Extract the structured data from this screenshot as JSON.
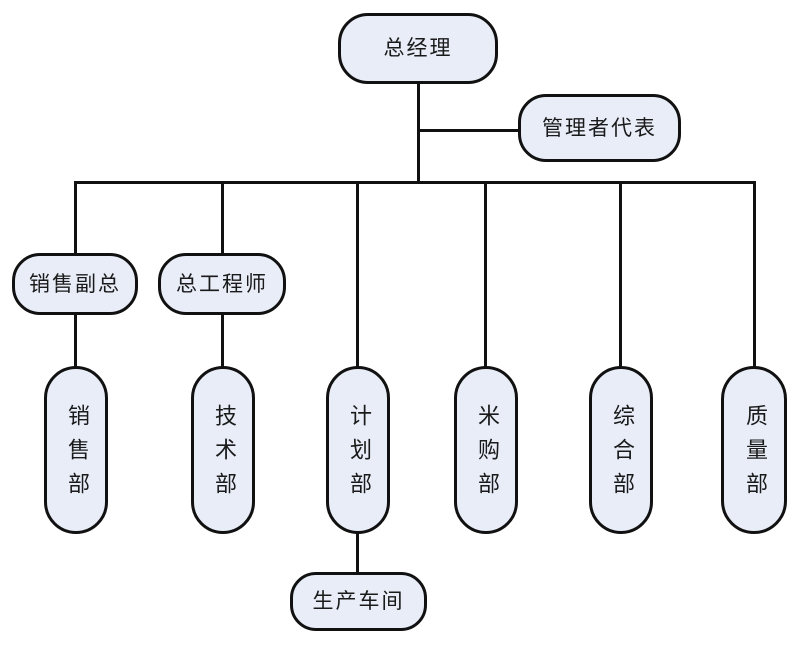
{
  "diagram": {
    "type": "org-chart",
    "nodes": {
      "general_manager": {
        "label": "总经理"
      },
      "management_rep": {
        "label": "管理者代表"
      },
      "sales_vp": {
        "label": "销售副总"
      },
      "chief_engineer": {
        "label": "总工程师"
      },
      "sales_dept": {
        "label": "销售部"
      },
      "tech_dept": {
        "label": "技术部"
      },
      "planning_dept": {
        "label": "计划部"
      },
      "purchasing_dept": {
        "label": "米购部"
      },
      "general_affairs_dept": {
        "label": "综合部"
      },
      "quality_dept": {
        "label": "质量部"
      },
      "production_workshop": {
        "label": "生产车间"
      }
    },
    "edges": [
      {
        "from": "总经理",
        "to": "管理者代表"
      },
      {
        "from": "总经理",
        "to": "销售副总"
      },
      {
        "from": "总经理",
        "to": "总工程师"
      },
      {
        "from": "总经理",
        "to": "计划部"
      },
      {
        "from": "总经理",
        "to": "米购部"
      },
      {
        "from": "总经理",
        "to": "综合部"
      },
      {
        "from": "总经理",
        "to": "质量部"
      },
      {
        "from": "销售副总",
        "to": "销售部"
      },
      {
        "from": "总工程师",
        "to": "技术部"
      },
      {
        "from": "计划部",
        "to": "生产车间"
      }
    ],
    "colors": {
      "node_fill": "#e8edf8",
      "node_border": "#111111",
      "connector": "#111111",
      "background": "#ffffff"
    }
  }
}
